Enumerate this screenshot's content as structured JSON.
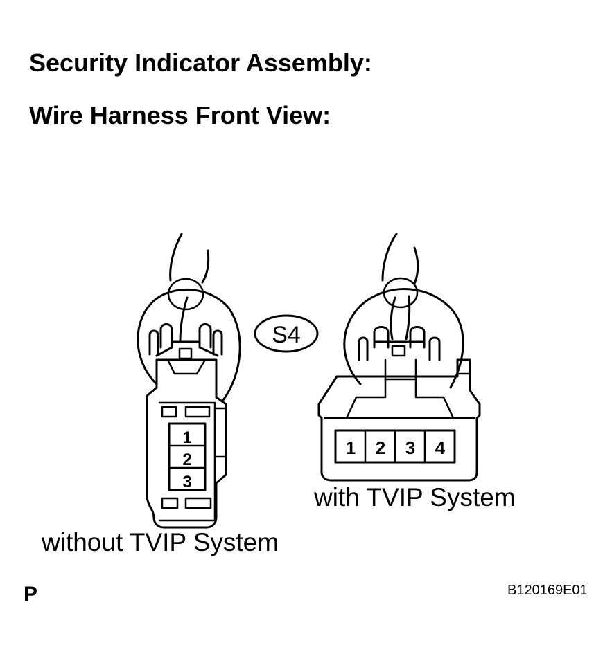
{
  "titles": {
    "assembly": "Security Indicator Assembly:",
    "view": "Wire Harness Front View:"
  },
  "connector_code": "S4",
  "connectors": {
    "without_tvip": {
      "caption": "without TVIP System",
      "pins": [
        "1",
        "2",
        "3"
      ]
    },
    "with_tvip": {
      "caption": "with TVIP System",
      "pins": [
        "1",
        "2",
        "3",
        "4"
      ]
    }
  },
  "footer": {
    "page_letter": "P",
    "figure_code": "B120169E01"
  }
}
